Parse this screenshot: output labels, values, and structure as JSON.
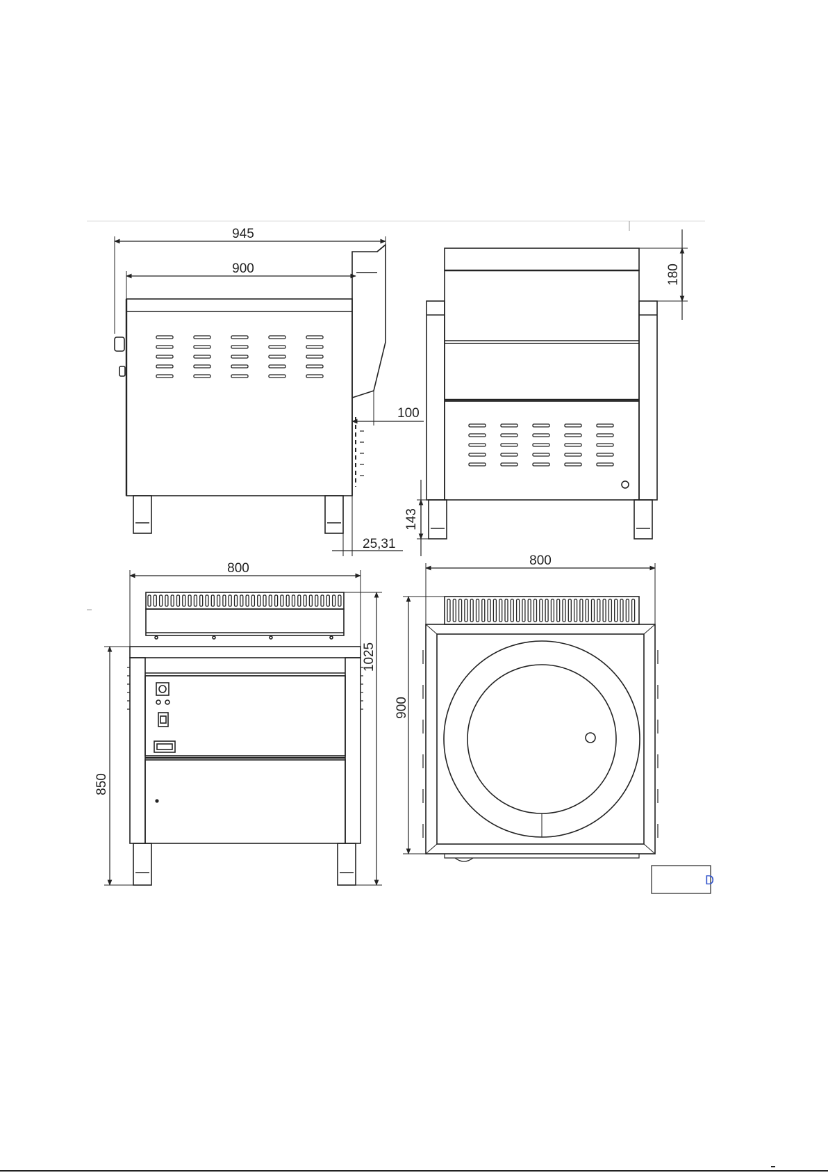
{
  "drawing": {
    "dimensions": {
      "side_overall_depth": "945",
      "side_body_depth": "900",
      "rear_hood_height": "180",
      "side_back_offset": "100",
      "leg_height": "143",
      "leg_offset": "25,31",
      "front_width": "800",
      "front_total_height": "1025",
      "front_worktop_height": "850",
      "top_width": "800",
      "top_depth": "900"
    },
    "title_block_fragment": "D",
    "colors": {
      "line": "#222222",
      "title_text": "#3355cc"
    }
  }
}
